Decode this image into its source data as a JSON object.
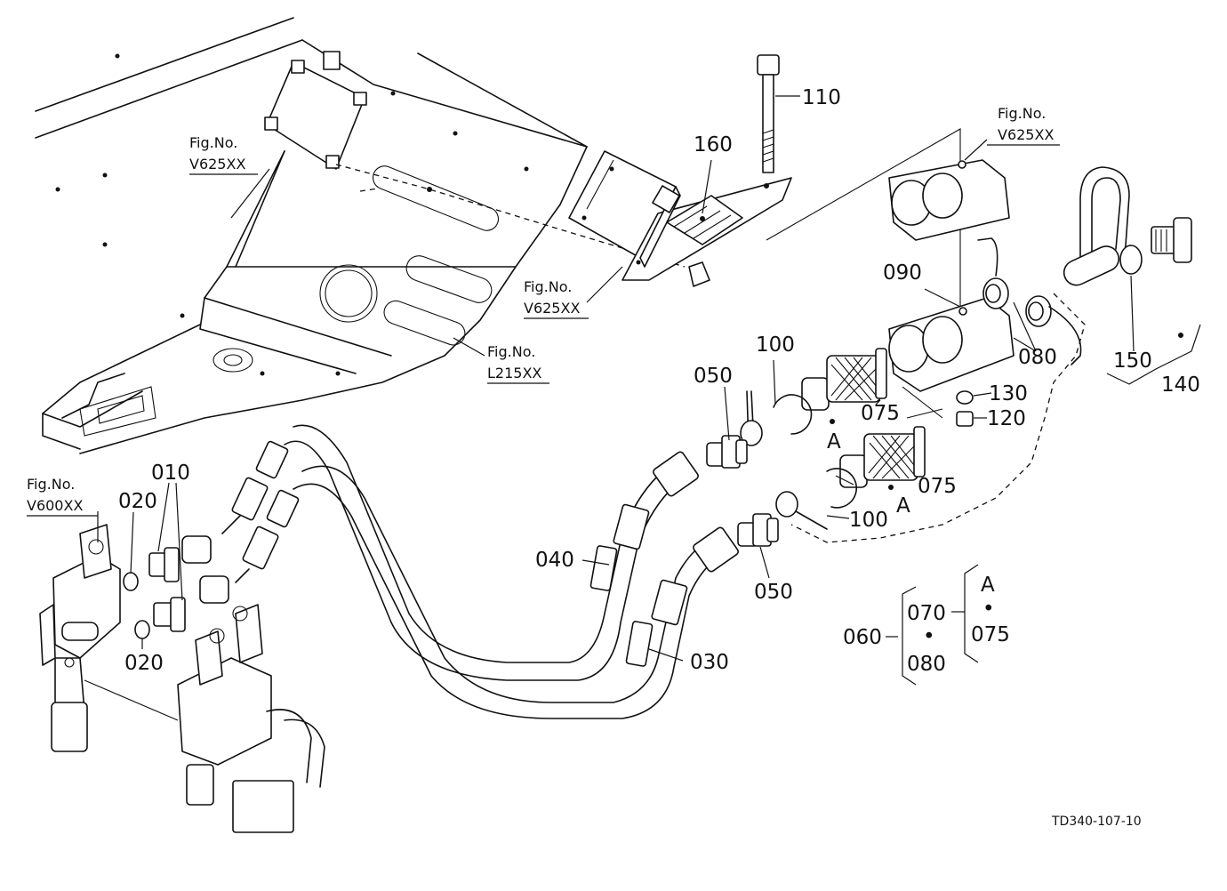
{
  "drawing_id": "TD340-107-10",
  "figure_refs": [
    {
      "id": "fr1",
      "line1": "Fig.No.",
      "line2": "V625XX"
    },
    {
      "id": "fr2",
      "line1": "Fig.No.",
      "line2": "V625XX"
    },
    {
      "id": "fr3",
      "line1": "Fig.No.",
      "line2": "L215XX"
    },
    {
      "id": "fr4",
      "line1": "Fig.No.",
      "line2": "V625XX"
    },
    {
      "id": "fr5",
      "line1": "Fig.No.",
      "line2": "V600XX"
    }
  ],
  "part_labels": [
    {
      "id": "p110",
      "text": "110"
    },
    {
      "id": "p160",
      "text": "160"
    },
    {
      "id": "p090",
      "text": "090"
    },
    {
      "id": "p080",
      "text": "080"
    },
    {
      "id": "p150",
      "text": "150"
    },
    {
      "id": "p140",
      "text": "140"
    },
    {
      "id": "p100a",
      "text": "100"
    },
    {
      "id": "p050a",
      "text": "050"
    },
    {
      "id": "p075a",
      "text": "075"
    },
    {
      "id": "p130",
      "text": "130"
    },
    {
      "id": "p120",
      "text": "120"
    },
    {
      "id": "pAa",
      "text": "A"
    },
    {
      "id": "p075b",
      "text": "075"
    },
    {
      "id": "pAb",
      "text": "A"
    },
    {
      "id": "p100b",
      "text": "100"
    },
    {
      "id": "p050b",
      "text": "050"
    },
    {
      "id": "p040",
      "text": "040"
    },
    {
      "id": "p030",
      "text": "030"
    },
    {
      "id": "p010",
      "text": "010"
    },
    {
      "id": "p020a",
      "text": "020"
    },
    {
      "id": "p020b",
      "text": "020"
    }
  ],
  "assembly_table": {
    "parent": "060",
    "left_items": [
      "070",
      "080"
    ],
    "right_items": [
      "A",
      "075"
    ],
    "separator": "•"
  }
}
